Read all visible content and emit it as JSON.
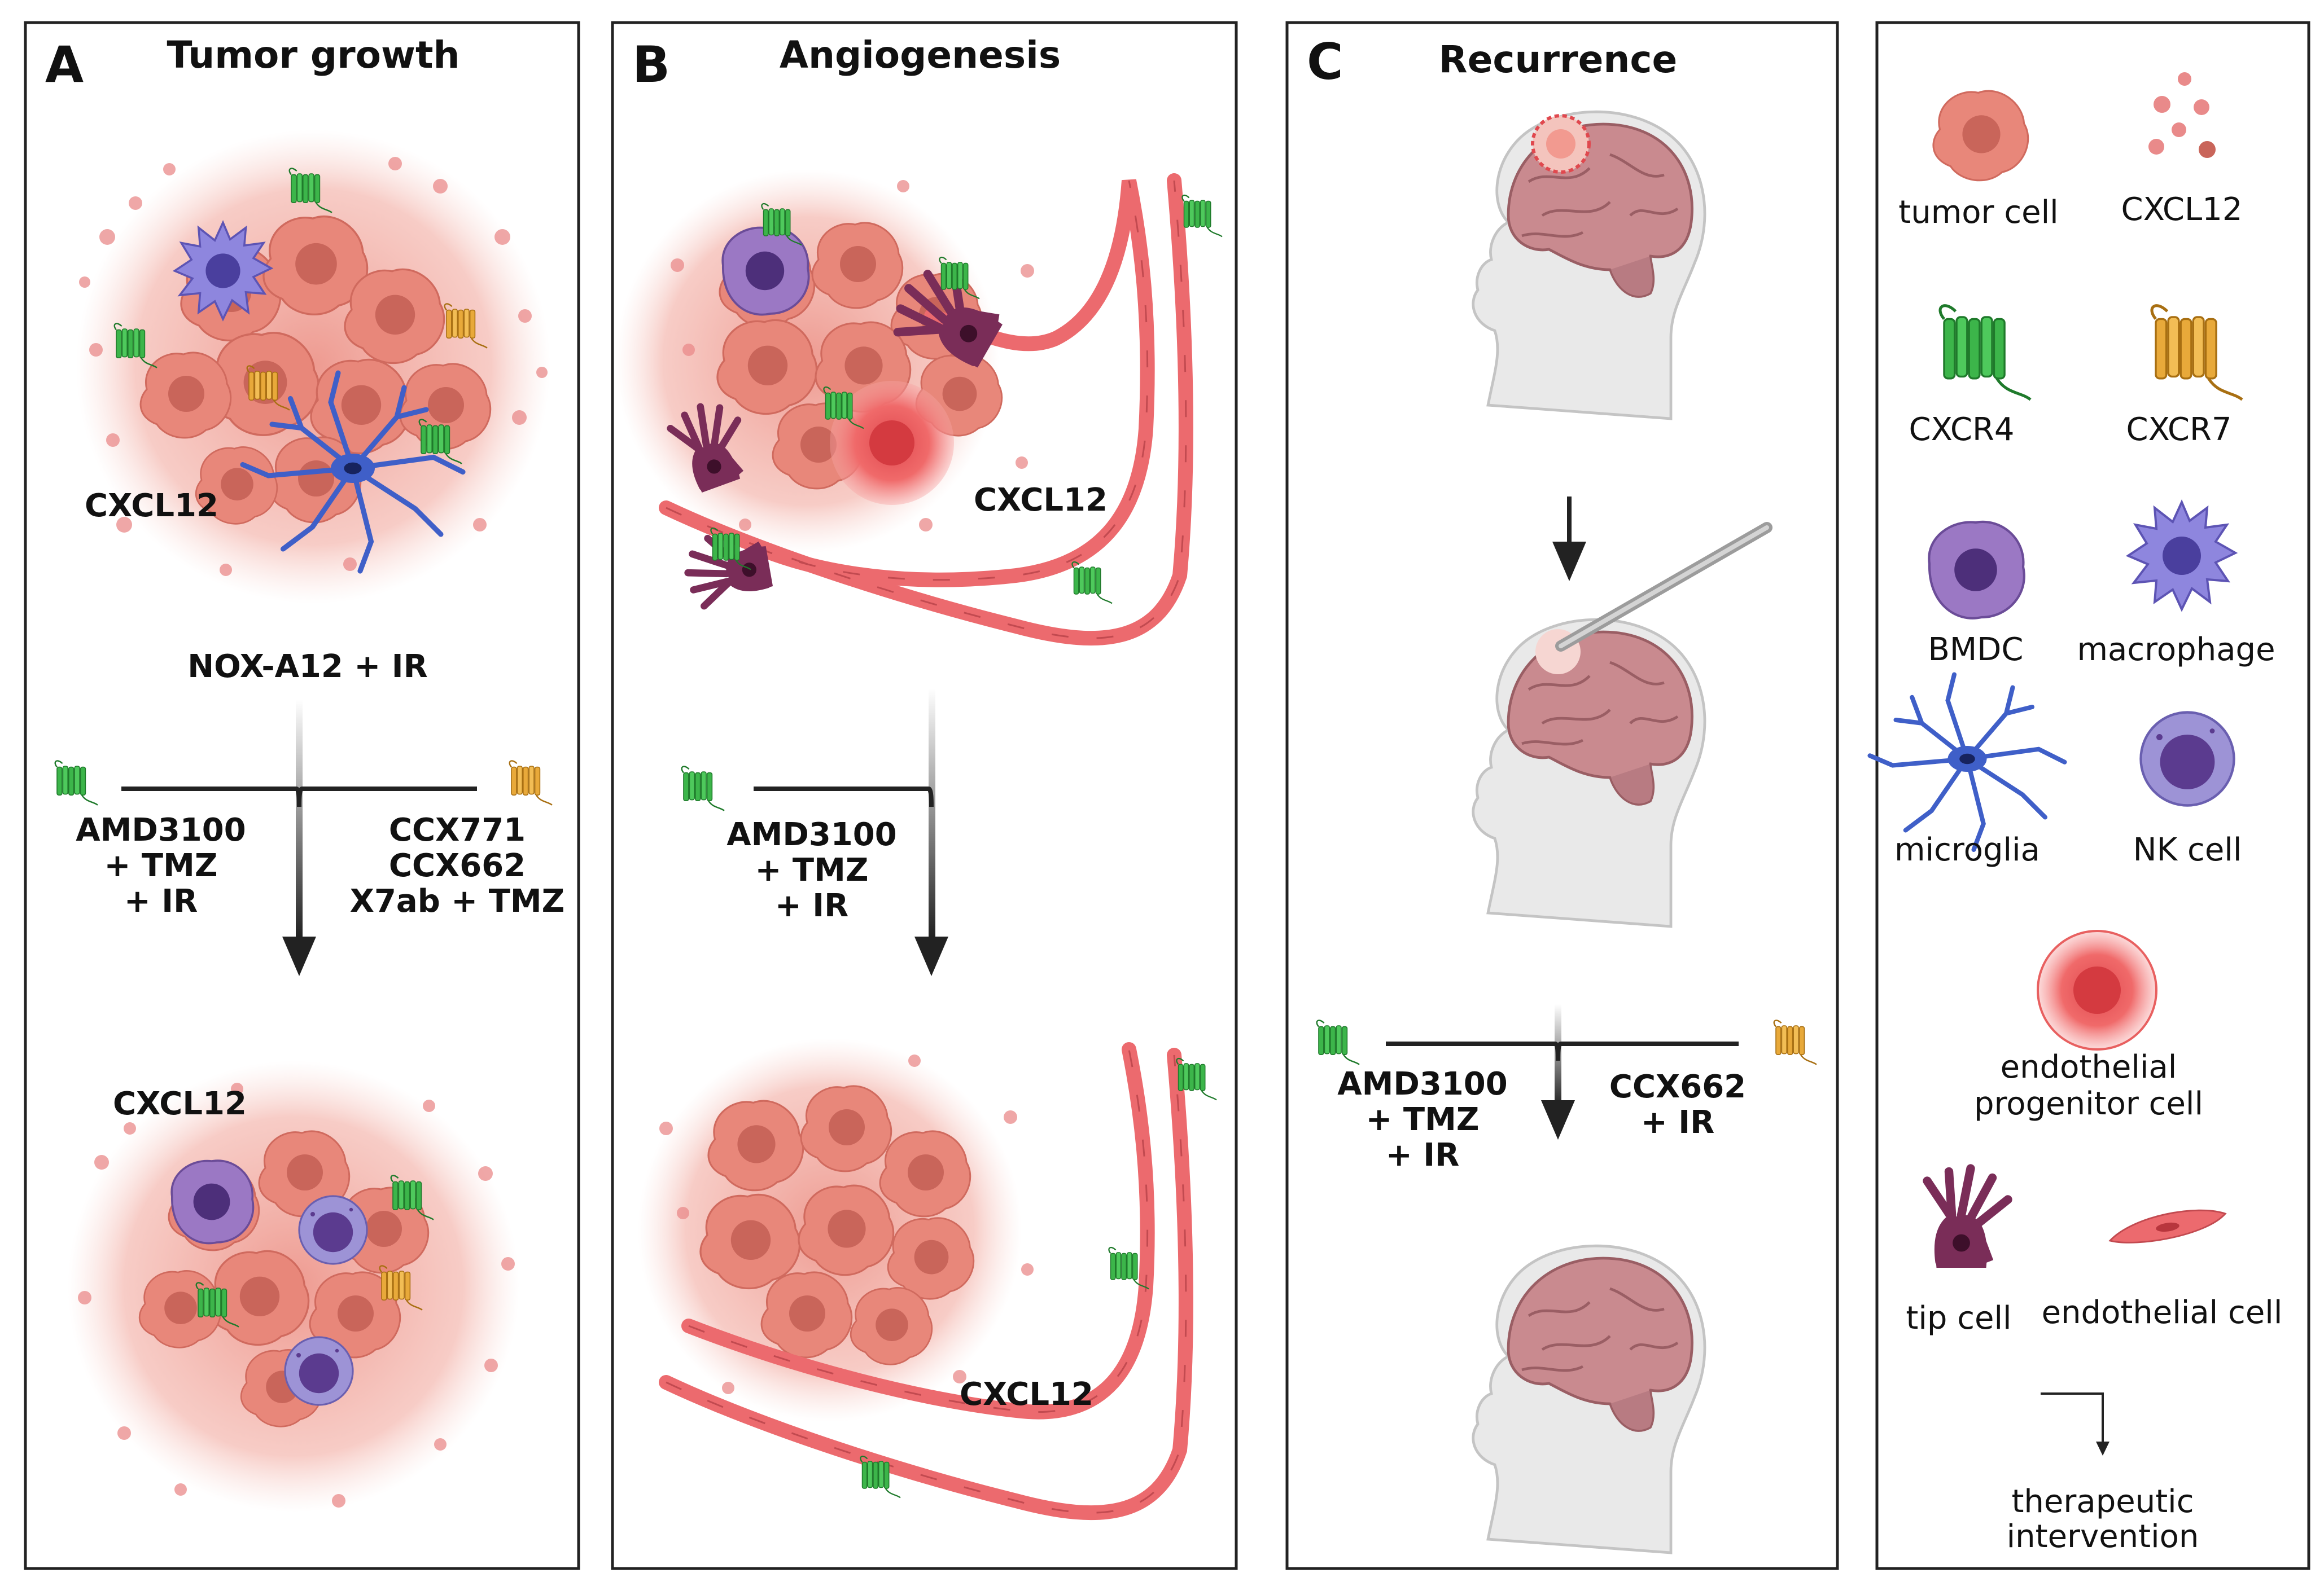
{
  "panels": {
    "a": {
      "letter": "A",
      "title": "Tumor growth",
      "cxcl12_top": "CXCL12",
      "treatment": "NOX-A12 + IR",
      "left_treatment": [
        "AMD3100",
        "+ TMZ",
        "+ IR"
      ],
      "right_treatment": [
        "CCX771",
        "CCX662",
        "X7ab + TMZ"
      ],
      "cxcl12_bottom": "CXCL12"
    },
    "b": {
      "letter": "B",
      "title": "Angiogenesis",
      "cxcl12_top": "CXCL12",
      "left_treatment": [
        "AMD3100",
        "+ TMZ",
        "+ IR"
      ],
      "cxcl12_bottom": "CXCL12"
    },
    "c": {
      "letter": "C",
      "title": "Recurrence",
      "left_treatment": [
        "AMD3100",
        "+ TMZ",
        "+ IR"
      ],
      "right_treatment": [
        "CCX662",
        "+ IR"
      ]
    }
  },
  "legend": {
    "tumor_cell": "tumor cell",
    "cxcl12": "CXCL12",
    "cxcr4": "CXCR4",
    "cxcr7": "CXCR7",
    "bmdc": "BMDC",
    "macrophage": "macrophage",
    "microglia": "microglia",
    "nk_cell": "NK cell",
    "epc": [
      "endothelial",
      "progenitor cell"
    ],
    "tip_cell": "tip cell",
    "endothelial_cell": "endothelial  cell",
    "therapeutic": [
      "therapeutic",
      "intervention"
    ]
  },
  "colors": {
    "tumor": "#e8877a",
    "tumor_nucleus": "#c9655a",
    "cxcl12": "#e98a8a",
    "cxcr4": "#3cb54a",
    "cxcr7": "#e8a93a",
    "bmdc": "#9b78c4",
    "macrophage": "#8e86de",
    "microglia": "#3f5fc8",
    "nk": "#9d93d6",
    "epc": "#f06a6a",
    "tip": "#7a2d58",
    "endothelial": "#ec6a6e",
    "brain": "#c98a8f",
    "head": "#e9e9e9",
    "arrow": "#222222"
  }
}
